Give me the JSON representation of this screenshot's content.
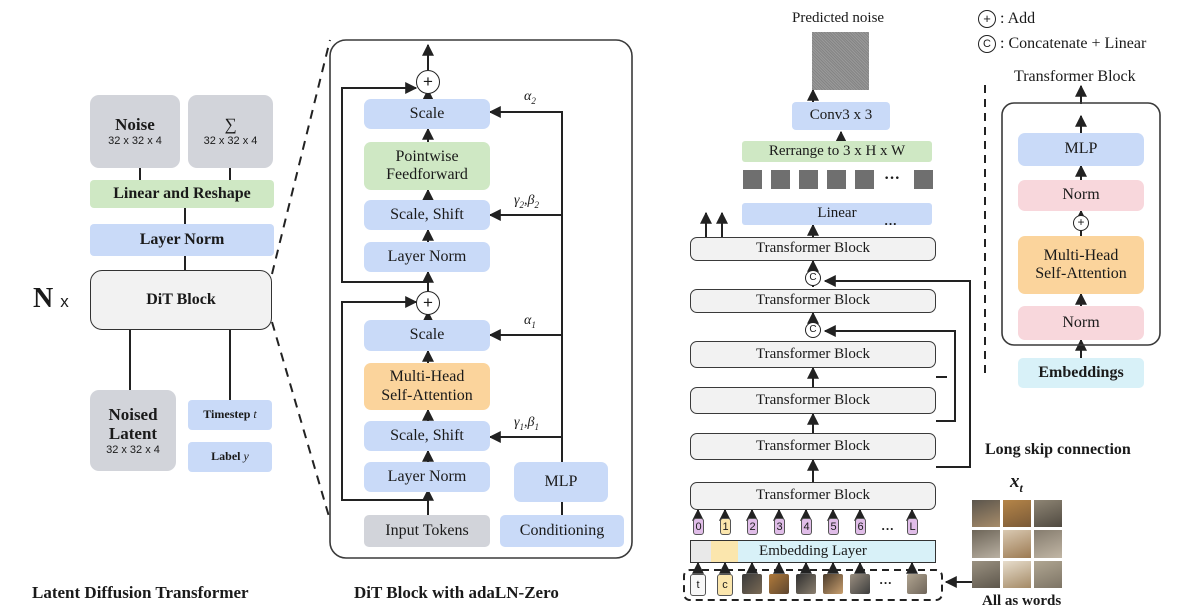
{
  "panel_a": {
    "noise_label": "Noise",
    "noise_dims": "32 x 32 x 4",
    "sigma_label": "∑",
    "sigma_dims": "32 x 32 x 4",
    "linear_reshape": "Linear and Reshape",
    "layer_norm": "Layer Norm",
    "n_label": "N",
    "x_label": "x",
    "dit_block": "DiT Block",
    "noised_latent_1": "Noised",
    "noised_latent_2": "Latent",
    "noised_latent_dims": "32 x 32 x 4",
    "timestep": "Timestep",
    "timestep_var": "t",
    "label": "Label",
    "label_var": "y",
    "caption": "Latent Diffusion Transformer"
  },
  "panel_b": {
    "scale_top": "Scale",
    "pointwise_1": "Pointwise",
    "pointwise_2": "Feedforward",
    "scale_shift_top": "Scale, Shift",
    "layer_norm_top": "Layer Norm",
    "scale_bottom": "Scale",
    "mhsa_1": "Multi-Head",
    "mhsa_2": "Self-Attention",
    "scale_shift_bottom": "Scale, Shift",
    "layer_norm_bottom": "Layer Norm",
    "mlp": "MLP",
    "input_tokens": "Input Tokens",
    "conditioning": "Conditioning",
    "alpha2": "α",
    "alpha2_sub": "2",
    "gamma2_beta2": "γ",
    "gb2_sub": "2",
    "beta2": ",β",
    "alpha1": "α",
    "alpha1_sub": "1",
    "gamma1_beta1": "γ",
    "gb1_sub": "1",
    "beta1": ",β",
    "caption": "DiT Block with adaLN-Zero"
  },
  "panel_c": {
    "predicted_noise": "Predicted noise",
    "conv": "Conv3 x 3",
    "rearrange": "Rerrange to 3 x H x W",
    "linear": "Linear",
    "dots": "···",
    "transformer_blocks": [
      "Transformer Block",
      "Transformer Block",
      "Transformer Block",
      "Transformer Block",
      "Transformer Block",
      "Transformer Block"
    ],
    "concat_symbol": "C",
    "embedding_layer": "Embedding Layer",
    "token_labels": [
      "0",
      "1",
      "2",
      "3",
      "4",
      "5",
      "6",
      "L"
    ],
    "input_t": "t",
    "input_c": "c",
    "long_skip": "Long skip connection",
    "xt": "x",
    "xt_sub": "t",
    "all_as_words": "All as words"
  },
  "panel_d": {
    "legend_add_symbol": "+",
    "legend_add": ": Add",
    "legend_concat_symbol": "C",
    "legend_concat": ": Concatenate + Linear",
    "title": "Transformer Block",
    "mlp": "MLP",
    "norm_top": "Norm",
    "mhsa_1": "Multi-Head",
    "mhsa_2": "Self-Attention",
    "norm_bottom": "Norm",
    "embeddings": "Embeddings"
  }
}
